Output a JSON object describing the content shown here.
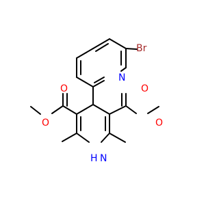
{
  "diagram_type": "chemical-structure",
  "atoms": [
    {
      "id": "br",
      "symbol": "Br",
      "color": "#a52a2a"
    },
    {
      "id": "n_pyr",
      "symbol": "N",
      "color": "#0000ff"
    },
    {
      "id": "o1",
      "symbol": "O",
      "color": "#ff0000"
    },
    {
      "id": "o2",
      "symbol": "O",
      "color": "#ff0000"
    },
    {
      "id": "o3",
      "symbol": "O",
      "color": "#ff0000"
    },
    {
      "id": "o4",
      "symbol": "O",
      "color": "#ff0000"
    },
    {
      "id": "nh",
      "symbol": "N",
      "color": "#0000ff"
    },
    {
      "id": "h",
      "symbol": "H",
      "color": "#0000ff"
    }
  ],
  "colors": {
    "bond": "#000000",
    "background": "#ffffff"
  }
}
